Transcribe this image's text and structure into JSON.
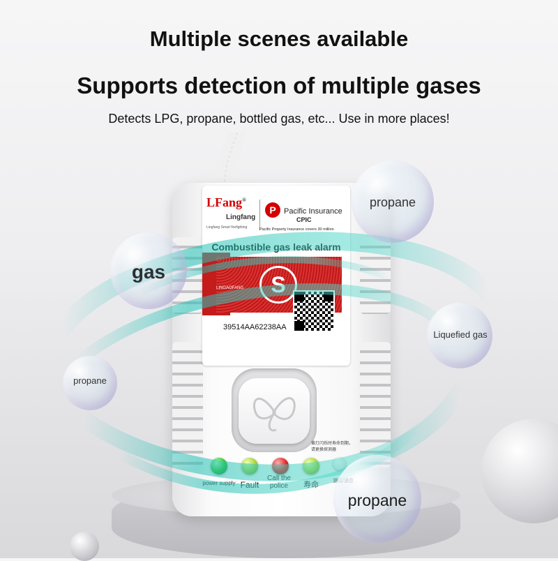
{
  "headline": "Multiple scenes available",
  "subheadline": "Supports detection of multiple gases",
  "description": "Detects LPG, propane, bottled gas, etc... Use in more places!",
  "device": {
    "brand_logo": "LFang",
    "brand_mark": "®",
    "brand_name": "Lingfang",
    "brand_slogan": "Lingfang Smart firefighting",
    "insurance_logo": "P",
    "insurance_name": "Pacific Insurance",
    "insurance_code": "CPIC",
    "insurance_covers": "Pacific Property Insurance covers 30 million",
    "alarm_title": "Combustible gas leak alarm",
    "badge_letter": "S",
    "panel_text": "LINGAOFANG",
    "serial": "39514AA62238AA",
    "button_note": "黄灯闪烁时寿命到期，请更换探测器",
    "indicators": [
      {
        "label": "power supply",
        "color": "#2fbf2f"
      },
      {
        "label": "Fault",
        "color": "#9fd23a"
      },
      {
        "label": "Call the police",
        "color": "#e02020"
      },
      {
        "label": "寿命",
        "color": "#9fd23a"
      },
      {
        "label": "测试/消音",
        "color": "#f2f2f2"
      }
    ]
  },
  "bubbles": [
    {
      "label": "propane"
    },
    {
      "label": "gas"
    },
    {
      "label": "Liquefied gas"
    },
    {
      "label": "propane"
    },
    {
      "label": "propane"
    }
  ],
  "colors": {
    "accent_teal": "#22c1b5",
    "alarm_red": "#c41b1b"
  }
}
